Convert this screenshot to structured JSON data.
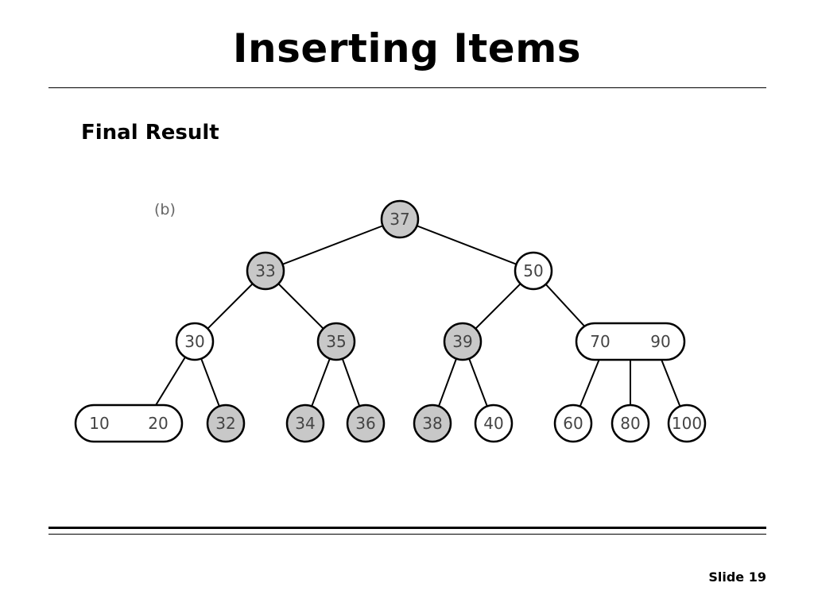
{
  "slide": {
    "title": "Inserting Items",
    "subtitle": "Final Result",
    "number": "Slide 19"
  },
  "diagram": {
    "panel_label": "(b)",
    "colors": {
      "shaded": "#c8c8c8",
      "plain": "#ffffff",
      "stroke": "#000000"
    },
    "nodes": [
      {
        "id": "n37",
        "keys": [
          "37"
        ],
        "shaded": true
      },
      {
        "id": "n33",
        "keys": [
          "33"
        ],
        "shaded": true
      },
      {
        "id": "n50",
        "keys": [
          "50"
        ],
        "shaded": false
      },
      {
        "id": "n30",
        "keys": [
          "30"
        ],
        "shaded": false
      },
      {
        "id": "n35",
        "keys": [
          "35"
        ],
        "shaded": true
      },
      {
        "id": "n39",
        "keys": [
          "39"
        ],
        "shaded": true
      },
      {
        "id": "n70-90",
        "keys": [
          "70",
          "90"
        ],
        "shaded": false
      },
      {
        "id": "n10-20",
        "keys": [
          "10",
          "20"
        ],
        "shaded": false
      },
      {
        "id": "n32",
        "keys": [
          "32"
        ],
        "shaded": true
      },
      {
        "id": "n34",
        "keys": [
          "34"
        ],
        "shaded": true
      },
      {
        "id": "n36",
        "keys": [
          "36"
        ],
        "shaded": true
      },
      {
        "id": "n38",
        "keys": [
          "38"
        ],
        "shaded": true
      },
      {
        "id": "n40",
        "keys": [
          "40"
        ],
        "shaded": false
      },
      {
        "id": "n60",
        "keys": [
          "60"
        ],
        "shaded": false
      },
      {
        "id": "n80",
        "keys": [
          "80"
        ],
        "shaded": false
      },
      {
        "id": "n100",
        "keys": [
          "100"
        ],
        "shaded": false
      }
    ],
    "edges": [
      [
        "n37",
        "n33"
      ],
      [
        "n37",
        "n50"
      ],
      [
        "n33",
        "n30"
      ],
      [
        "n33",
        "n35"
      ],
      [
        "n50",
        "n39"
      ],
      [
        "n50",
        "n70-90"
      ],
      [
        "n30",
        "n10-20"
      ],
      [
        "n30",
        "n32"
      ],
      [
        "n35",
        "n34"
      ],
      [
        "n35",
        "n36"
      ],
      [
        "n39",
        "n38"
      ],
      [
        "n39",
        "n40"
      ],
      [
        "n70-90",
        "n60"
      ],
      [
        "n70-90",
        "n80"
      ],
      [
        "n70-90",
        "n100"
      ]
    ]
  }
}
